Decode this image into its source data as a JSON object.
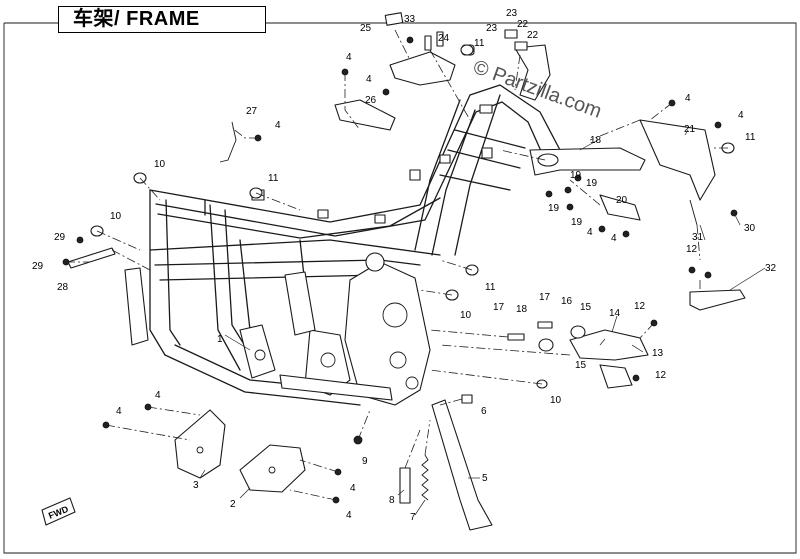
{
  "header": {
    "title": "车架/ FRAME"
  },
  "watermark": "© Partzilla.com",
  "fwd_label": "FWD",
  "callouts": [
    "1",
    "2",
    "3",
    "4",
    "5",
    "6",
    "7",
    "8",
    "9",
    "10",
    "11",
    "12",
    "13",
    "14",
    "15",
    "16",
    "17",
    "18",
    "19",
    "20",
    "21",
    "22",
    "23",
    "24",
    "25",
    "26",
    "27",
    "28",
    "29",
    "30",
    "31",
    "32",
    "33"
  ]
}
